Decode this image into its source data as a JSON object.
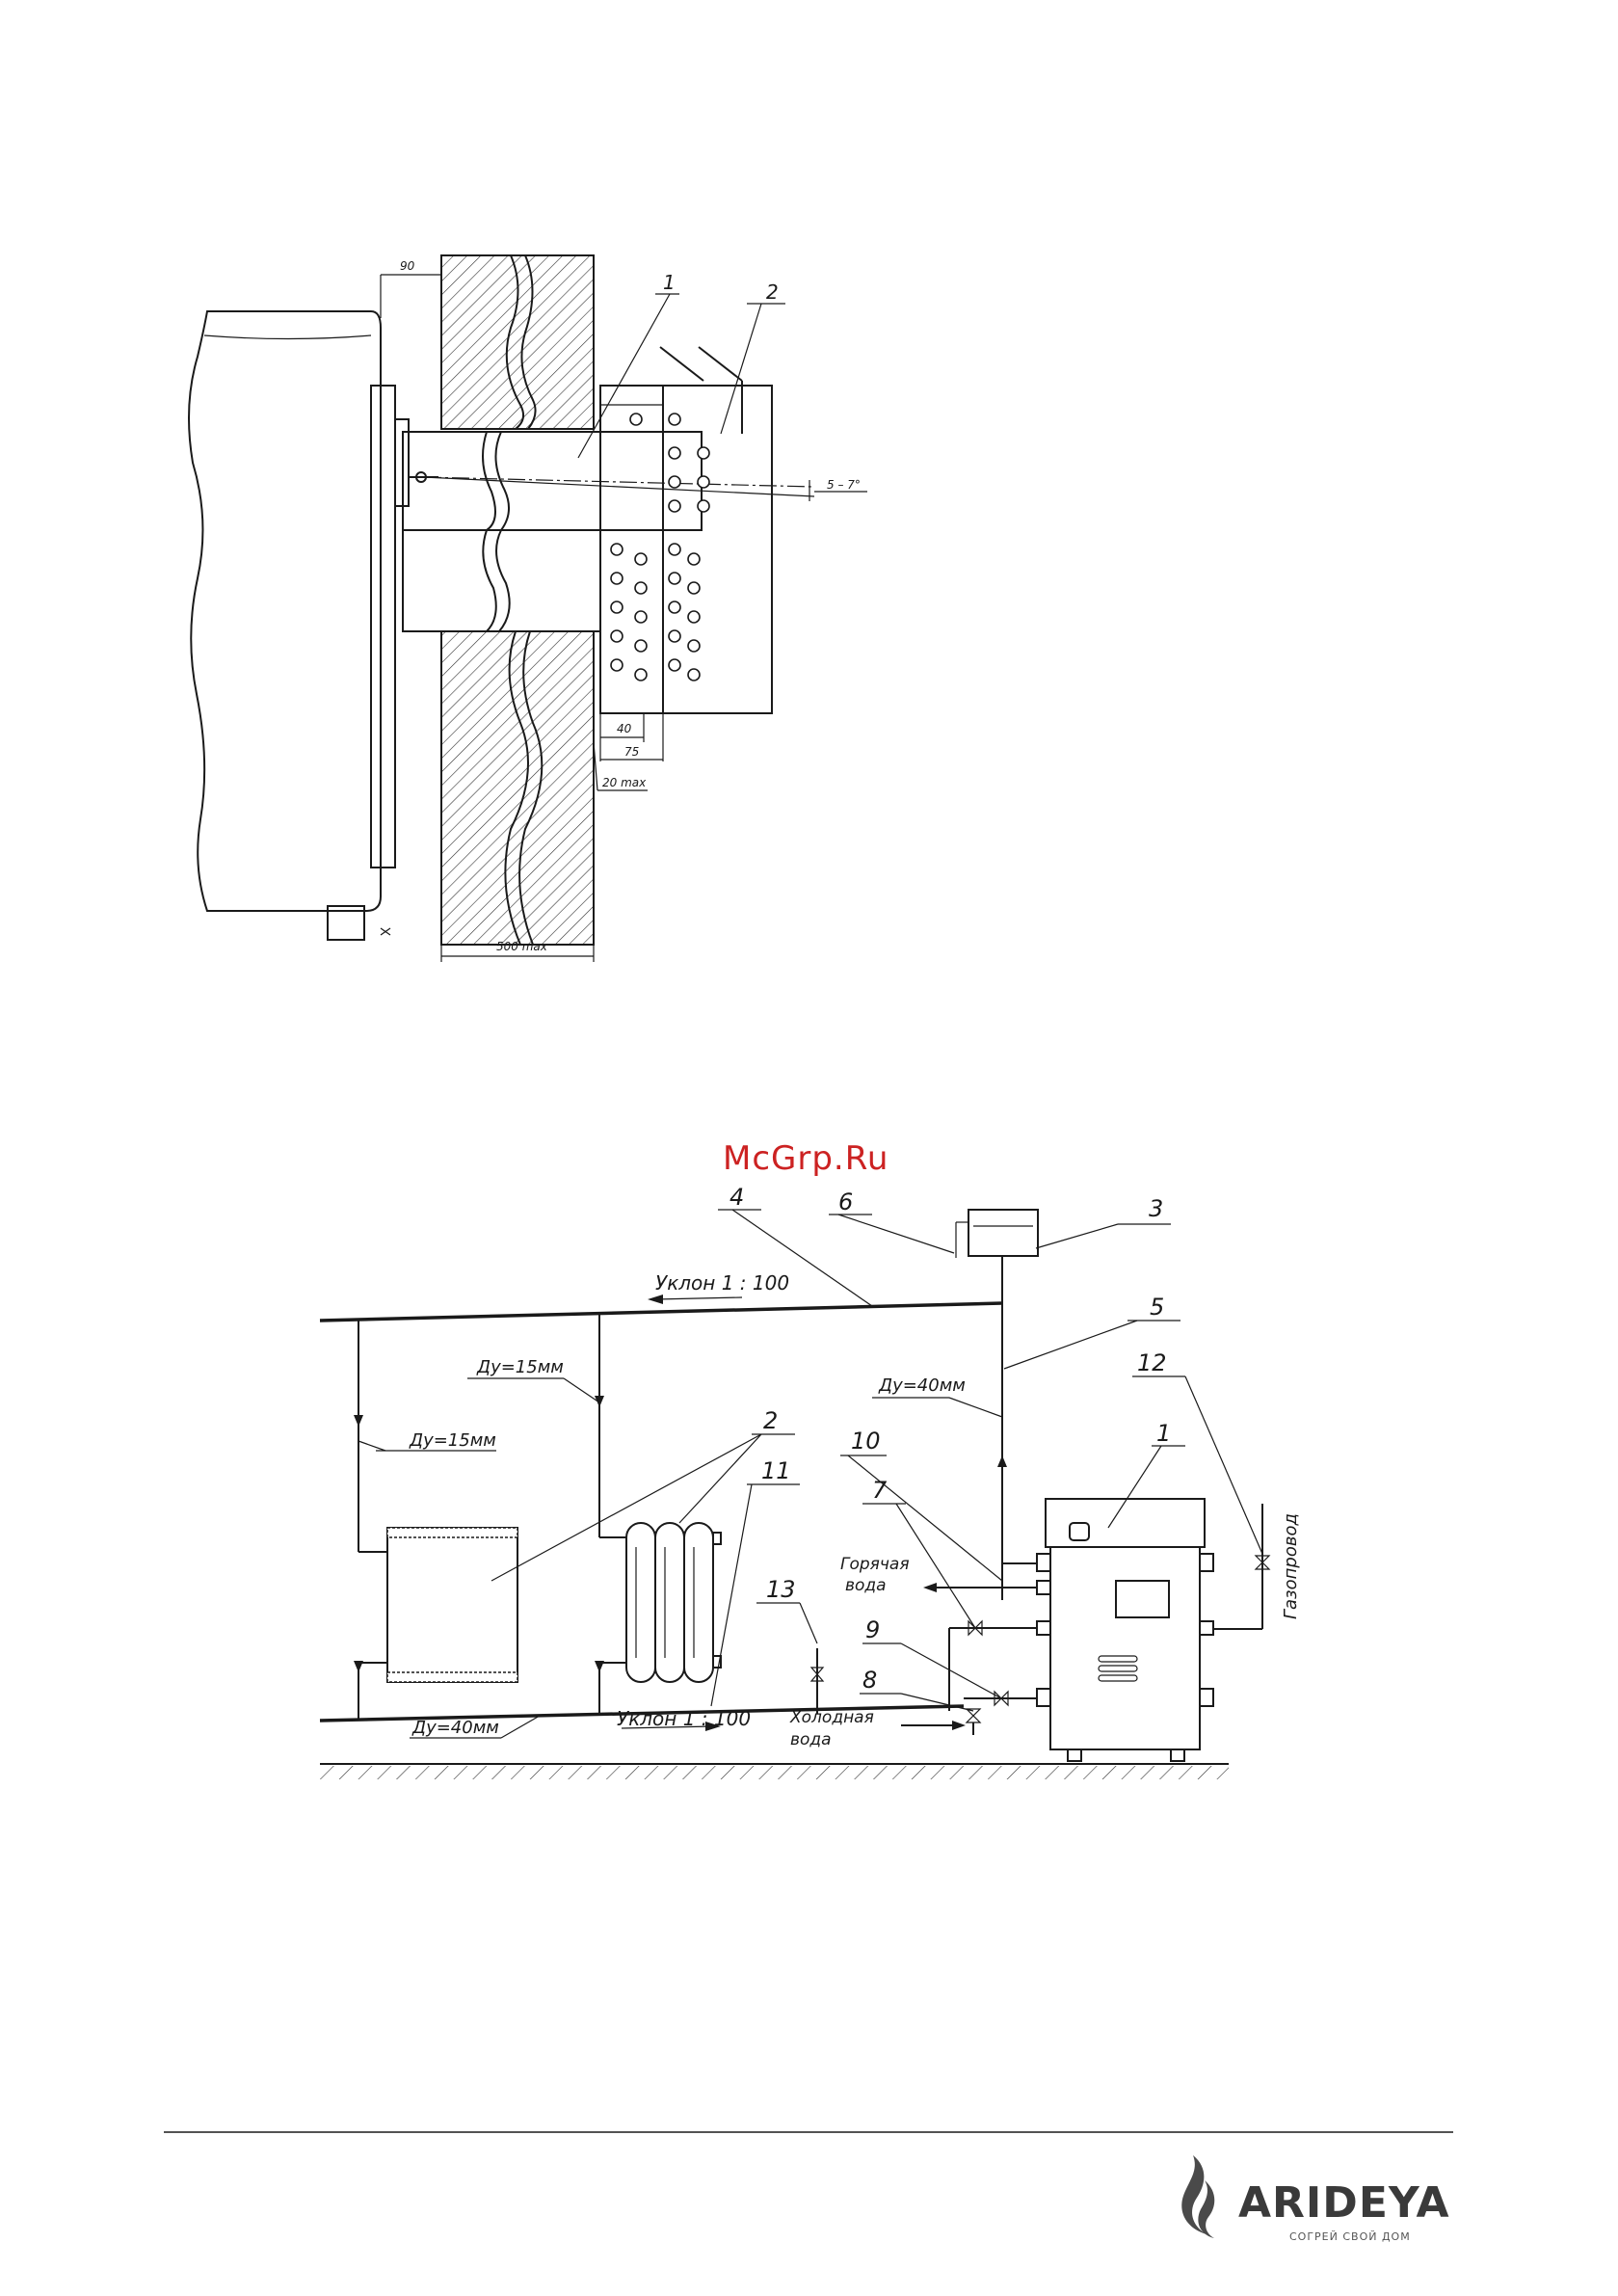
{
  "figure1": {
    "callouts": [
      "1",
      "2"
    ],
    "dimensions": {
      "d90": "90",
      "d40": "40",
      "d75": "75",
      "d20": "20 max",
      "d500": "500 max",
      "angle": "5 – 7°"
    }
  },
  "watermark": "McGrp.Ru",
  "figure2": {
    "callouts": [
      "1",
      "2",
      "3",
      "4",
      "5",
      "6",
      "7",
      "8",
      "9",
      "10",
      "11",
      "12",
      "13"
    ],
    "slope_top": "Уклон 1 : 100",
    "slope_bottom": "Уклон 1 : 100",
    "du15_a": "Ду=15мм",
    "du15_b": "Ду=15мм",
    "du40_riser": "Ду=40мм",
    "du40_return": "Ду=40мм",
    "hot_water_1": "Горячая",
    "hot_water_2": "вода",
    "cold_water_1": "Холодная",
    "cold_water_2": "вода",
    "gas_pipe": "Газопровод"
  },
  "footer": {
    "brand": "ARIDEYA",
    "slogan": "СОГРЕЙ СВОЙ ДОМ",
    "brand_color": "#3a3a3a",
    "flame_color": "#4a4a4a"
  }
}
